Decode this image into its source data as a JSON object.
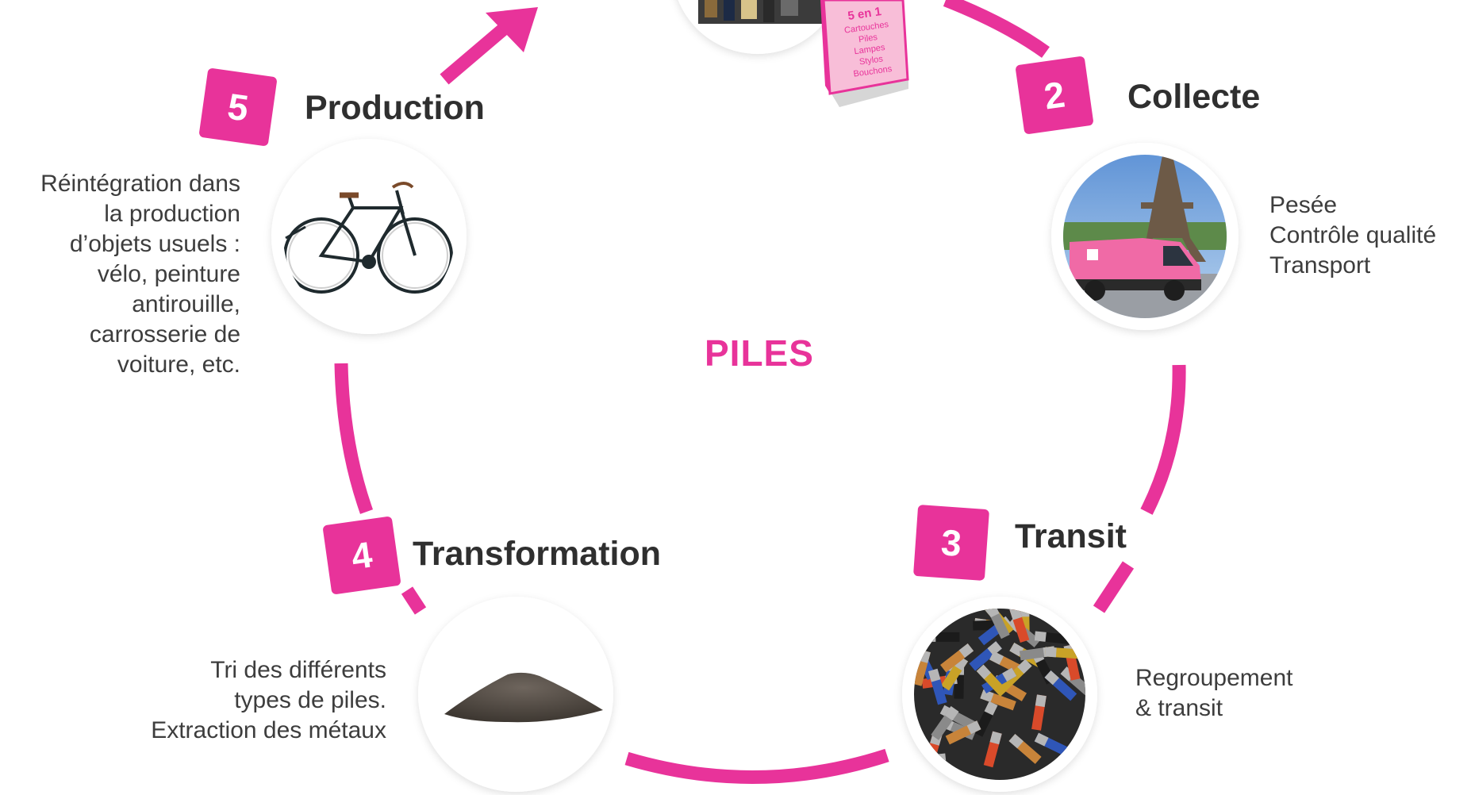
{
  "center": {
    "label": "PILES"
  },
  "colors": {
    "accent": "#e8339a",
    "title": "#2f2f2f",
    "text": "#3d3d3d",
    "photo_ring": "#f2f2f2"
  },
  "steps": [
    {
      "number": "2",
      "title": "Collecte",
      "description": [
        "Pesée",
        "Contrôle qualité",
        "Transport"
      ],
      "photo": "pink-van-eiffel-tower-photo"
    },
    {
      "number": "3",
      "title": "Transit",
      "description": [
        "Regroupement",
        "& transit"
      ],
      "photo": "pile-of-batteries-photo"
    },
    {
      "number": "4",
      "title": "Transformation",
      "description": [
        "Tri des différents",
        "types de piles.",
        "Extraction des métaux"
      ],
      "photo": "metal-powder-heap-photo"
    },
    {
      "number": "5",
      "title": "Production",
      "description": [
        "Réintégration dans",
        "la production",
        "d’objets usuels :",
        "vélo, peinture",
        "antirouille,",
        "carrosserie de",
        "voiture, etc."
      ],
      "photo": "bicycle-photo"
    }
  ],
  "collection_box": {
    "heading": "5 en 1",
    "items": [
      "Cartouches",
      "Piles",
      "Lampes",
      "Stylos",
      "Bouchons"
    ]
  }
}
